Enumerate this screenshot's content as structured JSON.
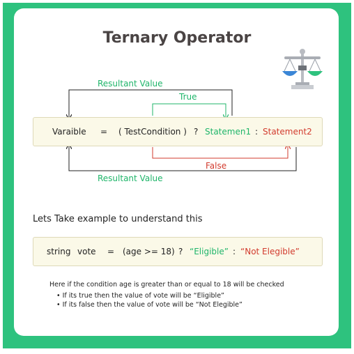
{
  "title": "Ternary Operator",
  "syntax": {
    "variable": "Varaible",
    "equals": "=",
    "condition": "( TestCondition )",
    "question": "?",
    "statement1": "Statemen1",
    "colon": ":",
    "statement2": "Statement2"
  },
  "arrows": {
    "resultant_top": "Resultant Value",
    "true_label": "True",
    "false_label": "False",
    "resultant_bottom": "Resultant Value"
  },
  "example_heading": "Lets Take example to understand this",
  "example": {
    "type": "string",
    "var": "vote",
    "equals": "=",
    "condition": "(age  >=  18)",
    "question": "?",
    "true_value": "“Eligible”",
    "colon": ":",
    "false_value": "“Not Elegible”"
  },
  "explanation": {
    "intro": "Here if  the condition  age is greater than or equal to 18 will be checked",
    "bullets": [
      "If its true then the value of vote will be “Eligible”",
      "If its false then the value of vote will be “Not Elegible”"
    ]
  },
  "colors": {
    "brand_green": "#2ec27e",
    "true_green": "#1fb56a",
    "false_red": "#d23b2e",
    "code_bg": "#fbf9e8"
  },
  "icons": [
    "balance-scale-icon"
  ]
}
